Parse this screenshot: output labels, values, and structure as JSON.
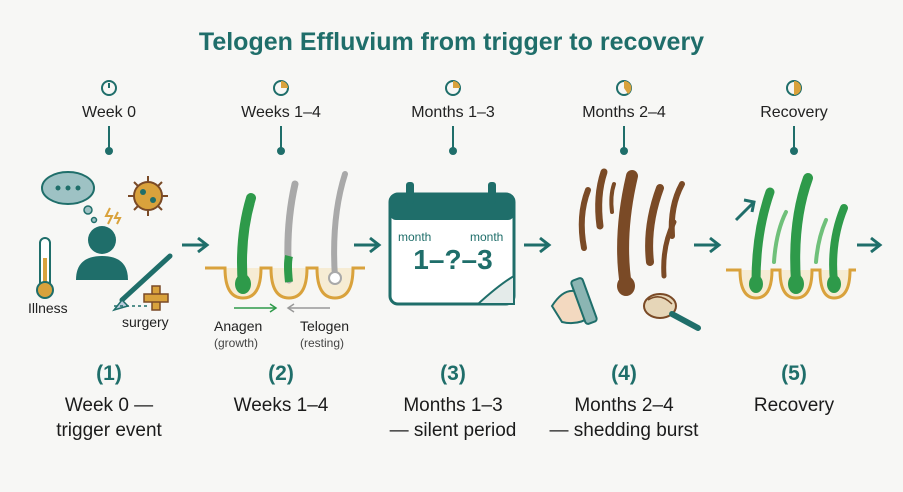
{
  "title": "Telogen Effluvium from trigger to recovery",
  "timeline": [
    {
      "label": "Week 0"
    },
    {
      "label": "Weeks 1–4"
    },
    {
      "label": "Months 1–3"
    },
    {
      "label": "Months 2–4"
    },
    {
      "label": "Recovery"
    }
  ],
  "panel1": {
    "illness": "Illness",
    "surgery": "surgery"
  },
  "panel2": {
    "anagen": "Anagen",
    "anagen_sub": "(growth)",
    "telogen": "Telogen",
    "telogen_sub": "(resting)"
  },
  "panel3": {
    "month_left": "month",
    "month_right": "month",
    "big_text": "1–?–3"
  },
  "steps": [
    {
      "number": "(1)",
      "line1": "Week 0 —",
      "line2": "trigger event"
    },
    {
      "number": "(2)",
      "line1": "Weeks 1–4",
      "line2": ""
    },
    {
      "number": "(3)",
      "line1": "Months 1–3",
      "line2": "— silent period"
    },
    {
      "number": "(4)",
      "line1": "Months 2–4",
      "line2": "— shedding burst"
    },
    {
      "number": "(5)",
      "line1": "Recovery",
      "line2": ""
    }
  ],
  "colors": {
    "teal": "#1f6e6a",
    "green": "#2e9a4a",
    "brown": "#7a4a26",
    "gold": "#d9a23c"
  }
}
